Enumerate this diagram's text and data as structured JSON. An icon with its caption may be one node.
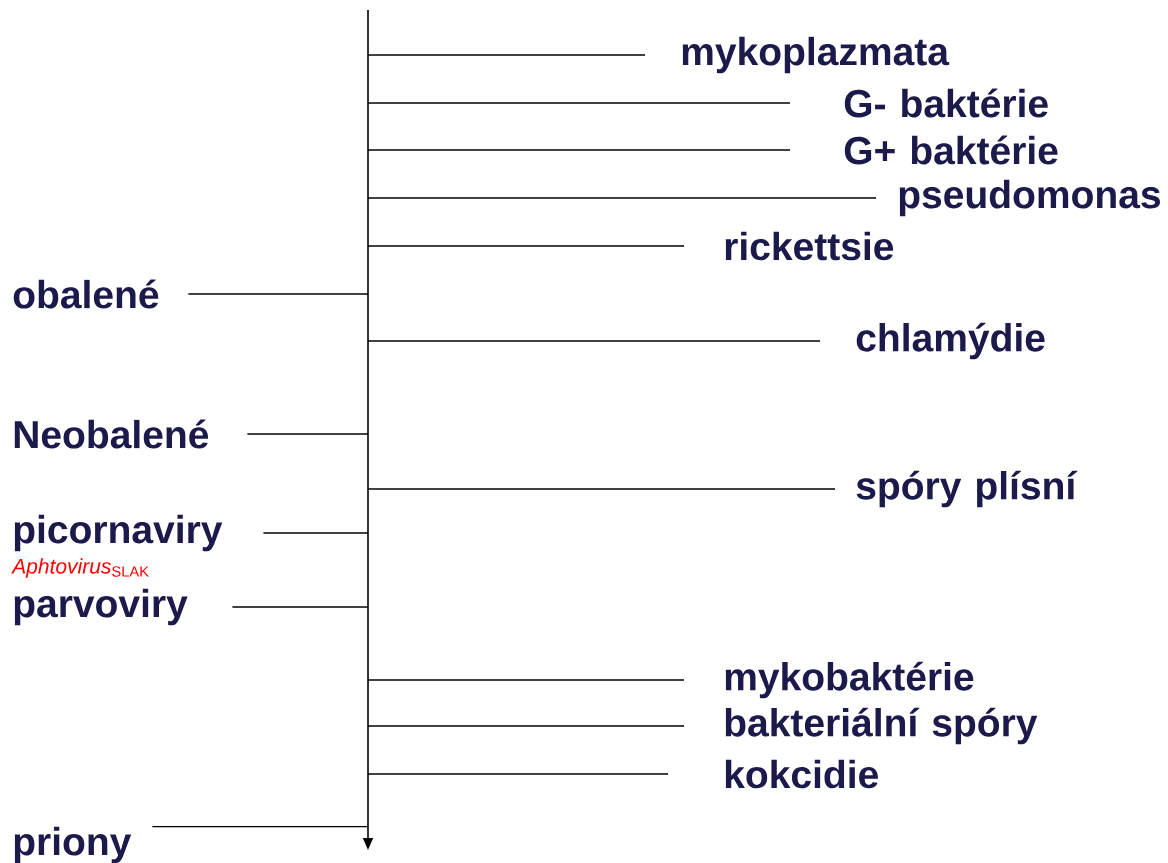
{
  "diagram": {
    "nodes": [
      {
        "text": [
          "mykoplazmata"
        ]
      },
      {
        "text": [
          "G- baktérie"
        ]
      },
      {
        "text": [
          "G+ baktérie"
        ]
      },
      {
        "text": [
          "pseudomonas"
        ]
      },
      {
        "text": [
          "rickettsie"
        ]
      },
      {
        "text": [
          "obalené"
        ]
      },
      {
        "text": [
          "chlamýdie"
        ]
      },
      {
        "text": [
          "Neobalené"
        ]
      },
      {
        "text": [
          "spóry plísní"
        ]
      },
      {
        "text": [
          "picornaviry"
        ]
      },
      {
        "text": [
          "parvoviry"
        ]
      },
      {
        "text": [
          "mykobaktérie"
        ]
      },
      {
        "text": [
          "bakteriální spóry"
        ]
      },
      {
        "text": [
          "kokcidie"
        ]
      },
      {
        "text": [
          "priony"
        ]
      }
    ],
    "edges": [
      {
        "from": 0,
        "to": null,
        "arrow": "none"
      },
      {
        "from": 1,
        "to": null,
        "arrow": "none"
      },
      {
        "from": 2,
        "to": null,
        "arrow": "none"
      },
      {
        "from": 3,
        "to": null,
        "arrow": "none"
      },
      {
        "from": 4,
        "to": null,
        "arrow": "none"
      },
      {
        "from": 5,
        "to": null,
        "arrow": "none"
      },
      {
        "from": 6,
        "to": null,
        "arrow": "none"
      },
      {
        "from": 7,
        "to": null,
        "arrow": "none"
      },
      {
        "from": 8,
        "to": null,
        "arrow": "none"
      },
      {
        "from": 9,
        "to": null,
        "arrow": "none"
      },
      {
        "from": 10,
        "to": null,
        "arrow": "none"
      },
      {
        "from": 11,
        "to": null,
        "arrow": "none"
      },
      {
        "from": 12,
        "to": null,
        "arrow": "none"
      },
      {
        "from": 13,
        "to": null,
        "arrow": "none"
      },
      {
        "from": 14,
        "to": null,
        "arrow": "none"
      }
    ],
    "labels": [
      "*Aphtovirus*$_{SLAK}$"
    ]
  }
}
